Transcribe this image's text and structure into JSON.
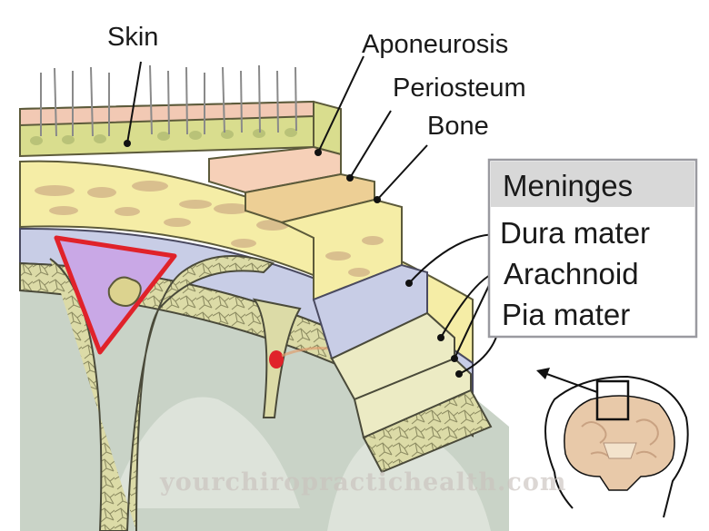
{
  "labels": {
    "skin": "Skin",
    "aponeurosis": "Aponeurosis",
    "periosteum": "Periosteum",
    "bone": "Bone"
  },
  "meninges": {
    "title": "Meninges",
    "dura": "Dura mater",
    "arachnoid": "Arachnoid",
    "pia": "Pia mater"
  },
  "watermark": "yourchiropractichealth.com",
  "colors": {
    "skin": "#f2c9b4",
    "dermis": "#d9dd8e",
    "aponeurosis": "#f6d0b8",
    "periosteum": "#edcf95",
    "bone": "#f5eda6",
    "bone_spots": "#d9bf8e",
    "dura": "#c8cde6",
    "arachnoid": "#e8e8b8",
    "pia": "#ecebc4",
    "brain": "#c9d3c7",
    "sinus": "#c9a8e6",
    "vessel_red": "#e0222a"
  }
}
